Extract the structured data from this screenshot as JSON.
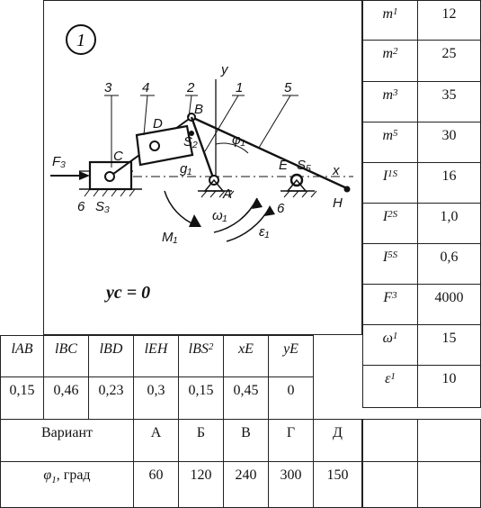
{
  "variant_number": "1",
  "diagram": {
    "labels": {
      "n1": "1",
      "n2": "2",
      "n3": "3",
      "n4": "4",
      "n5": "5",
      "n6a": "6",
      "n6b": "6",
      "D": "D",
      "B": "B",
      "C": "C",
      "A": "A",
      "E": "E",
      "H": "H",
      "S2": "S₂",
      "S3": "S₃",
      "S5": "S₅",
      "x": "x",
      "y": "y",
      "phi1": "φ₁",
      "g1": "g₁",
      "F3": "F₃",
      "M1": "M₁",
      "omega1": "ω₁",
      "eps1": "ε₁"
    },
    "yc_label": "yc = 0"
  },
  "right_table": [
    {
      "label": "m1",
      "value": "12"
    },
    {
      "label": "m2",
      "value": "25"
    },
    {
      "label": "m3",
      "value": "35"
    },
    {
      "label": "m5",
      "value": "30"
    },
    {
      "label": "I1S",
      "value": "16"
    },
    {
      "label": "I2S",
      "value": "1,0"
    },
    {
      "label": "I5S",
      "value": "0,6"
    },
    {
      "label": "F3",
      "value": "4000"
    },
    {
      "label": "ω1",
      "value": "15"
    },
    {
      "label": "ε1",
      "value": "10"
    }
  ],
  "lengths": {
    "headers": [
      "lAB",
      "lBC",
      "lBD",
      "lEH",
      "lBS2",
      "xE",
      "yE"
    ],
    "values": [
      "0,15",
      "0,46",
      "0,23",
      "0,3",
      "0,15",
      "0,45",
      "0"
    ]
  },
  "variant_row": {
    "label": "Вариант",
    "options": [
      "А",
      "Б",
      "В",
      "Г",
      "Д"
    ]
  },
  "phi_row": {
    "label": "φ1, град",
    "values": [
      "60",
      "120",
      "240",
      "300",
      "150"
    ]
  }
}
